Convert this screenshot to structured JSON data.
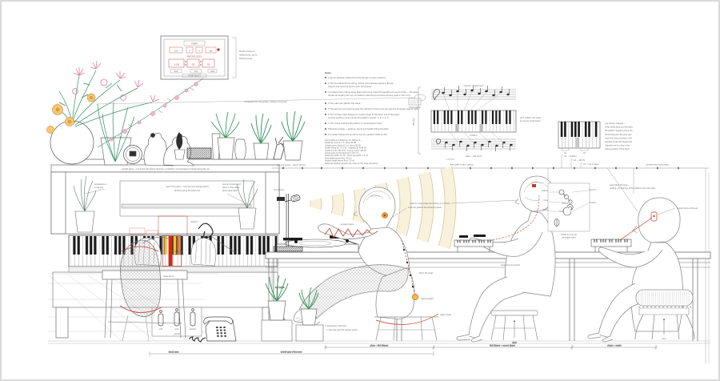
{
  "colors": {
    "ink": "#6b6b6b",
    "dark": "#2f2f2f",
    "plant_green": "#2f8f5b",
    "leaf_light": "#57a877",
    "flower_pink": "#e17b9a",
    "flower_orange": "#efa33c",
    "accent_red": "#c0392b",
    "accent_yellow": "#f1c232",
    "accent_orange": "#e07b25",
    "wave_cream": "#f8f1dc",
    "wave_stroke": "#cfc193"
  },
  "panel": {
    "top_label": "TEMPO",
    "row1": [
      "120",
      "4",
      "4",
      "set"
    ],
    "mid_label": "PRACTICE CLOCK",
    "led": [
      "1:28",
      "02",
      "35"
    ],
    "buttons": [
      "start",
      "stop",
      "reset"
    ],
    "bottom_label": "MODE SELECT",
    "caption": [
      "Practice timer &",
      "metronome, set on",
      "the top board"
    ]
  },
  "garland_label": "cut flowers from the garden, trailing to the timer",
  "piano": {
    "top_edge_caption": "upright piano — top board with plants, figurines, a medallion and keepsakes arranged along the rail",
    "inner_box_line1": "open front panel — hammers and strings behind",
    "inner_box_line2": "felt strip along the action rail",
    "callout_left": [
      "sansevieria in",
      "a clay pot"
    ],
    "callout_right": [
      "aloe and snake plant",
      "stand on the cheek",
      "block (west light)"
    ],
    "hands_label": [
      "hands at the",
      "middle octave"
    ],
    "keys_red_label": "middle C",
    "pedal_names": [
      "soft",
      "sost.",
      "damper"
    ],
    "pedal_caption": "pedals",
    "bench_label": "piano bench",
    "dim_upper": "key height",
    "dim_lower": "seat height"
  },
  "notes": {
    "heading": "Notes",
    "lines": [
      "1   Sound spreads outward from the strings in every direction.",
      "2   The soundboard turns string motion into pressure waves in the air,",
      "     shaped and coloured by the open front panel.",
      "3   A listener two metres away hears each tone a few thousandths of a second late — the wave",
      "     travels at roughly 343 m/s, so distance sets the arrival time at every seat in the room.",
      "4   The outer ear gathers the wave.",
      "5   The eardrum and ossicles pass the vibration to the inner ear (see the enlarged view at right).",
      "6   The cochlea maps frequency to place (high at the base, low at the apex)",
      "     and the auditory nerve carries the pattern onward: 1, 2, 3, 4, 5.",
      "7   The cortex matches the pattern to remembered music.",
      "8   Muscles answer — posture, hands and breath follow the beat.",
      "9   A reader follows the printed score at a greater distance still."
    ],
    "footer": [
      "Key lengths and distances, for reference —",
      "speaking voice at 1 m: about 60 dB",
      "upright piano, forte, at 1 m: about 80 dB",
      "lowest string A0: 27.5 Hz   ·   highest C8: 4186 Hz",
      "middle C (C4): 261.6 Hz   ·   tuning A (A4): 440 Hz",
      "octave span on the keyboard: 16.5 cm",
      "white key width: 2.3 cm   ·   black key width: 1.0 cm",
      "seat height above floor: 48 cm",
      "keybed height above floor: 72 cm",
      "distances between players are noted on the base line below."
    ],
    "stamp_caption": "tuning stamp"
  },
  "music": {
    "above_label": "melody — right hand",
    "below_label": "bass — left hand",
    "bracket_label": "88 keys",
    "right_label1": "each written note maps",
    "right_label2": "to one key of the board",
    "mid_label": "middle C",
    "bass_numbers": "1      2      3      4      5"
  },
  "kbd": {
    "caption_left": "C4",
    "caption_right": "A4",
    "steps": [
      "C4 — middle C",
      "A4 — 440 Hz",
      "C5 — top of stave"
    ],
    "text_lines": [
      "one octave, enlarged —",
      "seven white keys and five black,",
      "the pattern repeating along the",
      "whole keyboard; the grey keys",
      "mark the notes sounded in the",
      "example at the left; fingers fall",
      "naturally one to a key in the",
      "resting position of the hand."
    ],
    "callout1": [
      "keys sounded by",
      "the right hand"
    ],
    "callout2": "resting position",
    "callout3": "sight line"
  },
  "topline": {
    "label_left": "airborne sound — about 343 m/s",
    "label_mid": "direct path to each listener",
    "label_right": "arrival times noted below"
  },
  "listener": {
    "mic_label": "microphone",
    "head_label": "outer ear gathers the advancing wave",
    "zigzag_label": "pressure wave",
    "spine_label": "felt in the chest",
    "hip_label": "resting weight",
    "seat_label": "edge of seat",
    "foot_label1": "1. heel stays on the floor",
    "foot_label2": "2. toes rest near the damper pedal"
  },
  "fig2": {
    "head_label": "auditory cortex maps the melody as it arrives",
    "arm_label": "answering movement",
    "stool_label": "stool"
  },
  "inset": {
    "left_labels": [
      "malleus",
      "incus",
      "stapes"
    ],
    "right_labels": [
      "eardrum",
      "cochlea"
    ],
    "caption": [
      "middle & inner ear",
      "(enlarged view)"
    ]
  },
  "fig3": {
    "ear_label": "implant array at the ear",
    "gaze_label1": "eyes follow the keys —",
    "gaze_label2": "reading, not hearing, at this distance from the piano",
    "stool_label": "stool"
  },
  "dims": {
    "seg_a": "piano → first listener",
    "seg_b": "first listener → second player",
    "seg_c": "player → reader",
    "total": "overall span of the room",
    "left": "bench zone"
  }
}
